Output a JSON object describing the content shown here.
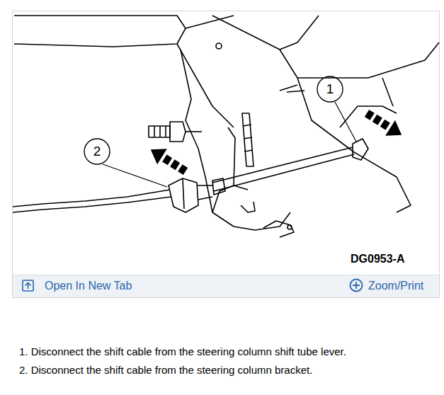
{
  "diagram": {
    "labels": [
      "1",
      "2",
      "DG0953-A",
      "Open In New Tab",
      "Zoom/Print",
      "1. Disconnect the shift cable from the steering column shift tube lever.",
      "2. Disconnect the shift cable from the steering column bracket."
    ]
  }
}
